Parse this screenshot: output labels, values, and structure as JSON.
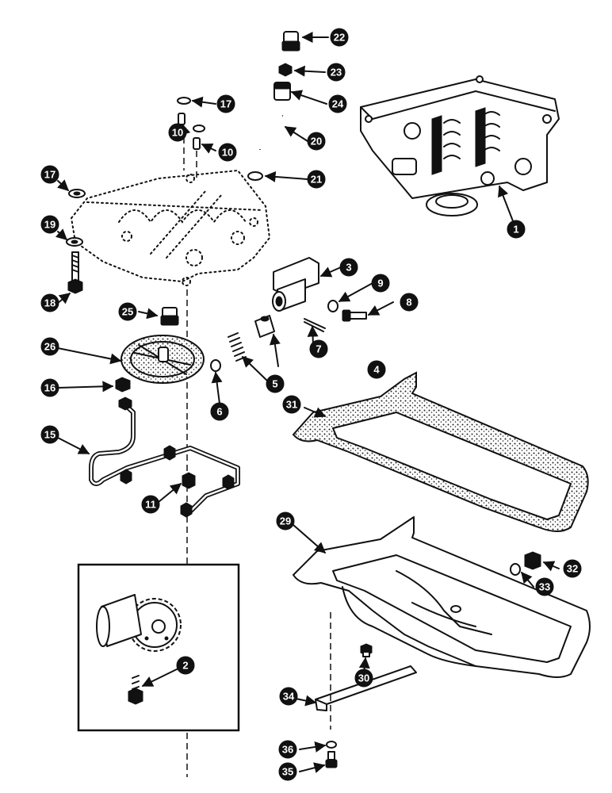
{
  "figure": {
    "callouts": [
      {
        "id": "c1",
        "label": "1"
      },
      {
        "id": "c2",
        "label": "2"
      },
      {
        "id": "c3",
        "label": "3"
      },
      {
        "id": "c4",
        "label": "4"
      },
      {
        "id": "c5",
        "label": "5"
      },
      {
        "id": "c6",
        "label": "6"
      },
      {
        "id": "c7",
        "label": "7"
      },
      {
        "id": "c8",
        "label": "8"
      },
      {
        "id": "c9",
        "label": "9"
      },
      {
        "id": "c10a",
        "label": "10"
      },
      {
        "id": "c10b",
        "label": "10"
      },
      {
        "id": "c11",
        "label": "11"
      },
      {
        "id": "c15",
        "label": "15"
      },
      {
        "id": "c16",
        "label": "16"
      },
      {
        "id": "c17a",
        "label": "17"
      },
      {
        "id": "c17b",
        "label": "17"
      },
      {
        "id": "c18",
        "label": "18"
      },
      {
        "id": "c19",
        "label": "19"
      },
      {
        "id": "c20",
        "label": "20"
      },
      {
        "id": "c21",
        "label": "21"
      },
      {
        "id": "c22",
        "label": "22"
      },
      {
        "id": "c23",
        "label": "23"
      },
      {
        "id": "c24",
        "label": "24"
      },
      {
        "id": "c25",
        "label": "25"
      },
      {
        "id": "c26",
        "label": "26"
      },
      {
        "id": "c29",
        "label": "29"
      },
      {
        "id": "c30",
        "label": "30"
      },
      {
        "id": "c31",
        "label": "31"
      },
      {
        "id": "c32",
        "label": "32"
      },
      {
        "id": "c33",
        "label": "33"
      },
      {
        "id": "c34",
        "label": "34"
      },
      {
        "id": "c35",
        "label": "35"
      },
      {
        "id": "c36",
        "label": "36"
      }
    ]
  }
}
